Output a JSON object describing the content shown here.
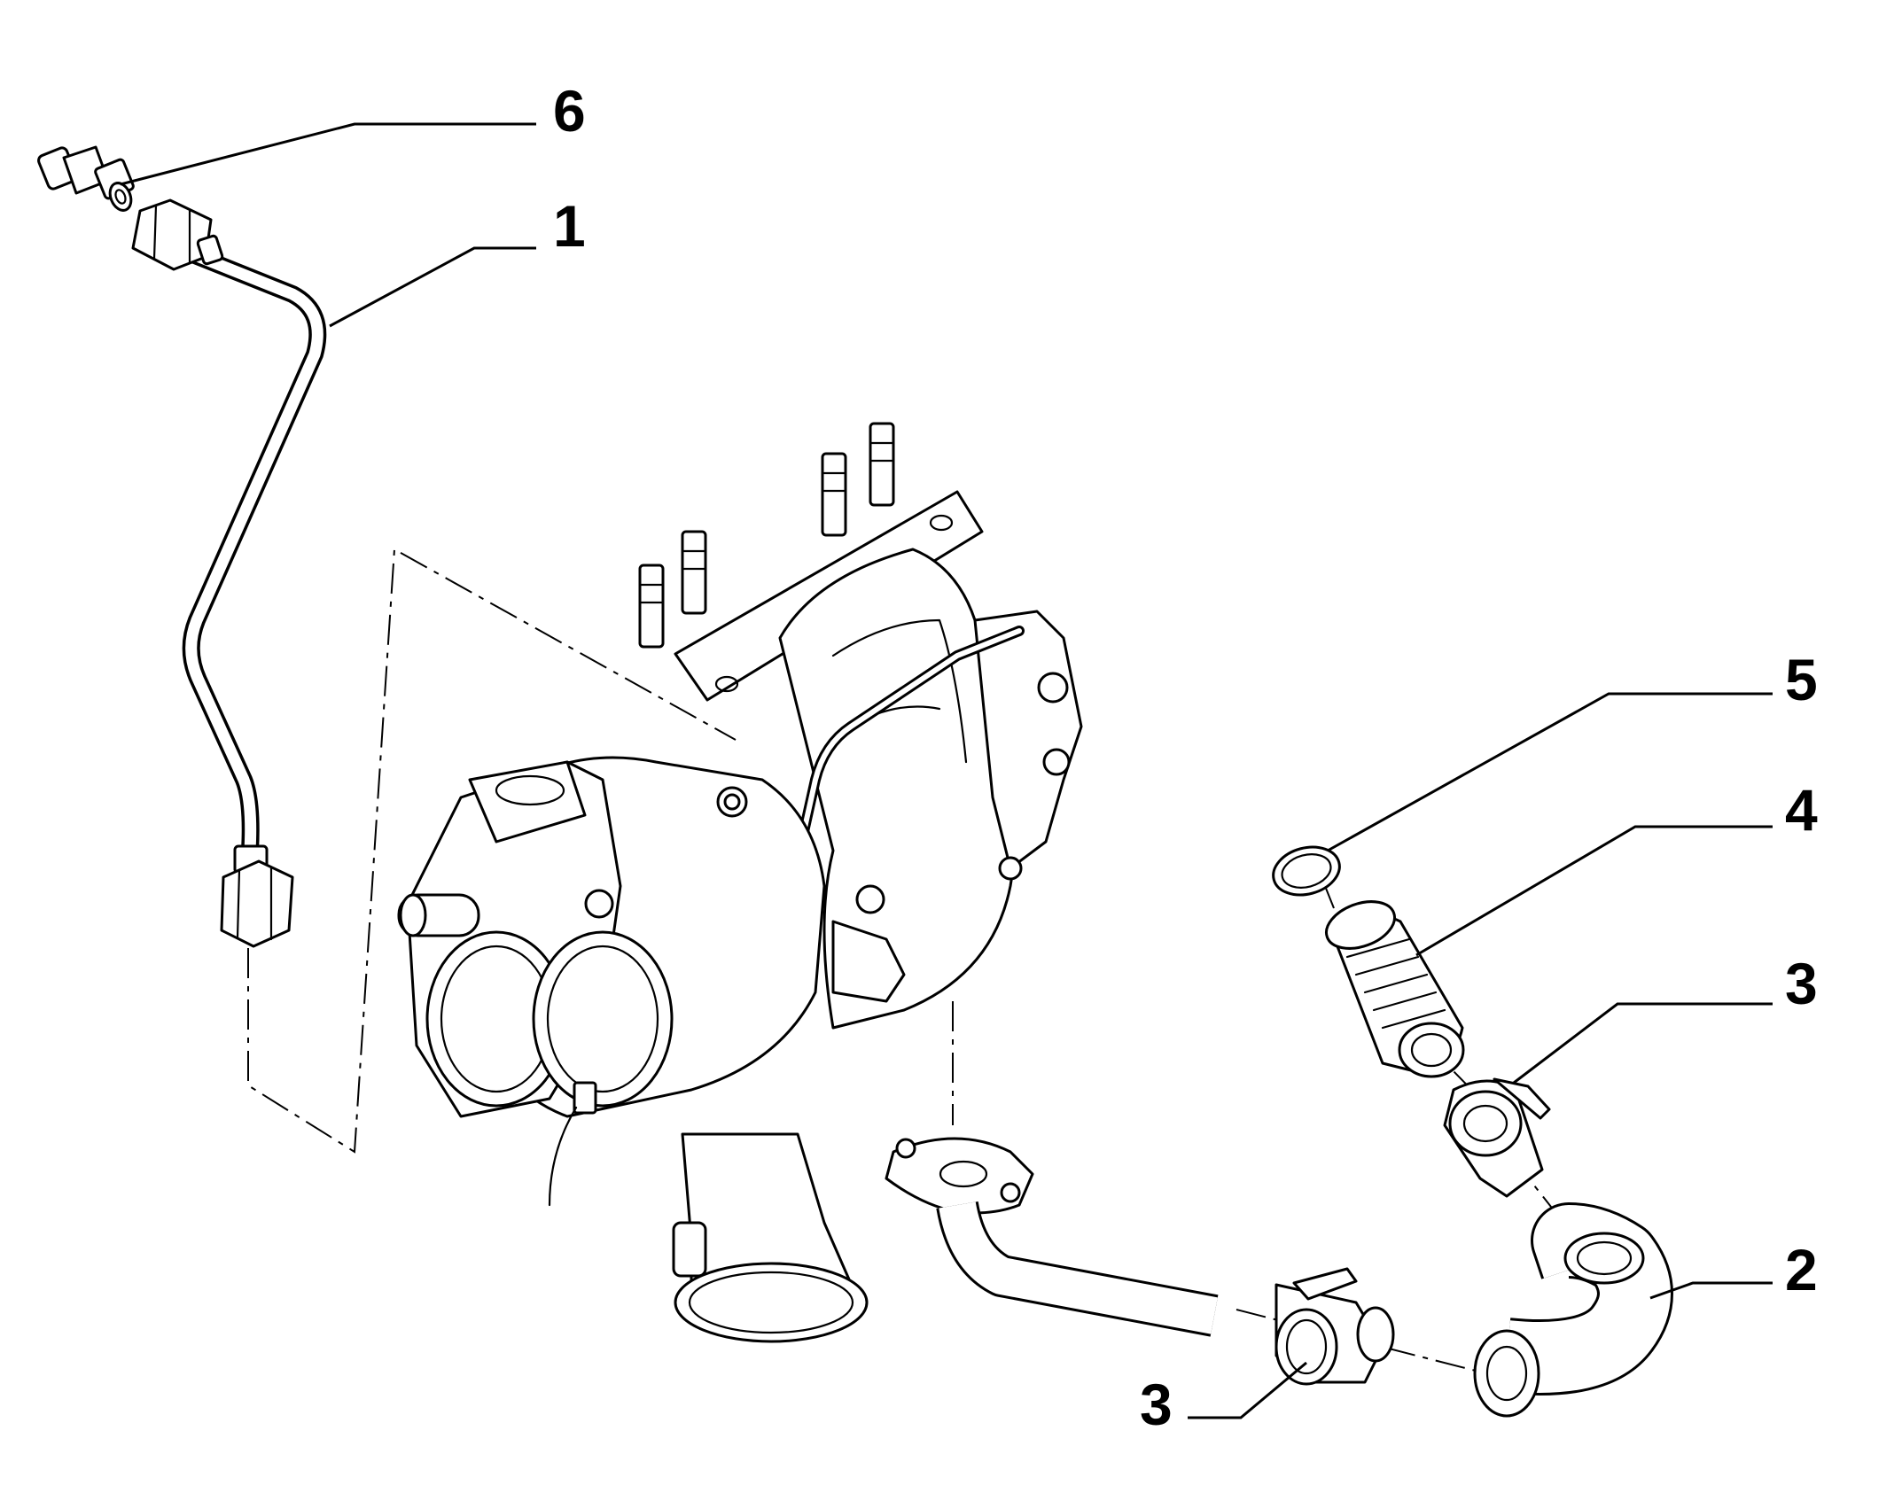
{
  "diagram": {
    "callouts": [
      {
        "id": "c6",
        "label": "6"
      },
      {
        "id": "c1",
        "label": "1"
      },
      {
        "id": "c5",
        "label": "5"
      },
      {
        "id": "c4",
        "label": "4"
      },
      {
        "id": "c3a",
        "label": "3"
      },
      {
        "id": "c2",
        "label": "2"
      },
      {
        "id": "c3b",
        "label": "3"
      }
    ]
  }
}
